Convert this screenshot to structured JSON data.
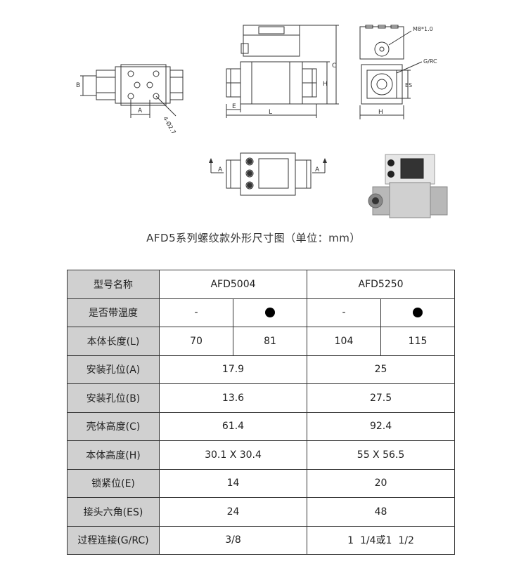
{
  "drawing_labels": {
    "dim_B": "B",
    "dim_A": "A",
    "dim_hole": "4-Ø2.7",
    "dim_C": "C",
    "dim_H": "H",
    "dim_E": "E",
    "dim_L": "L",
    "dim_M8": "M8*1.0",
    "dim_GRC": "G/RC",
    "dim_ES": "ES",
    "dim_H2": "H",
    "arrow_A_left": "A",
    "arrow_A_right": "A"
  },
  "caption": "AFD5系列螺纹款外形尺寸图（单位：mm）",
  "table": {
    "rows": [
      {
        "label": "型号名称",
        "cells": [
          "AFD5004",
          "AFD5250"
        ]
      },
      {
        "label": "是否带温度",
        "cells": [
          "-",
          "dot",
          "-",
          "dot"
        ]
      },
      {
        "label": "本体长度(L)",
        "cells": [
          "70",
          "81",
          "104",
          "115"
        ]
      },
      {
        "label": "安装孔位(A)",
        "cells": [
          "17.9",
          "25"
        ]
      },
      {
        "label": "安装孔位(B)",
        "cells": [
          "13.6",
          "27.5"
        ]
      },
      {
        "label": "壳体高度(C)",
        "cells": [
          "61.4",
          "92.4"
        ]
      },
      {
        "label": "本体高度(H)",
        "cells": [
          "30.1 X 30.4",
          "55 X 56.5"
        ]
      },
      {
        "label": "锁紧位(E)",
        "cells": [
          "14",
          "20"
        ]
      },
      {
        "label": "接头六角(ES)",
        "cells": [
          "24",
          "48"
        ]
      },
      {
        "label": "过程连接(G/RC)",
        "cells": [
          "3/8",
          "1  1/4或1  1/2"
        ]
      }
    ]
  }
}
